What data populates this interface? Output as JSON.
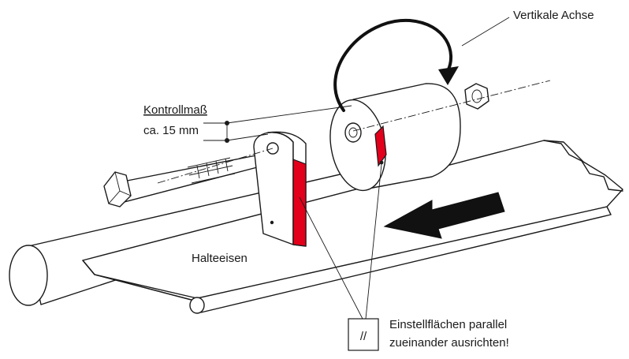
{
  "labels": {
    "vertical_axis": "Vertikale Achse",
    "control_dimension_title": "Kontrollmaß",
    "control_dimension_value": "ca. 15 mm",
    "holding_iron": "Halteeisen",
    "parallel_symbol": "//",
    "setting_note_line1": "Einstellflächen parallel",
    "setting_note_line2": "zueinander ausrichten!"
  },
  "colors": {
    "stroke": "#1a1a1a",
    "highlight_red": "#e3001b",
    "arrow_fill": "#111111",
    "background": "#ffffff"
  }
}
